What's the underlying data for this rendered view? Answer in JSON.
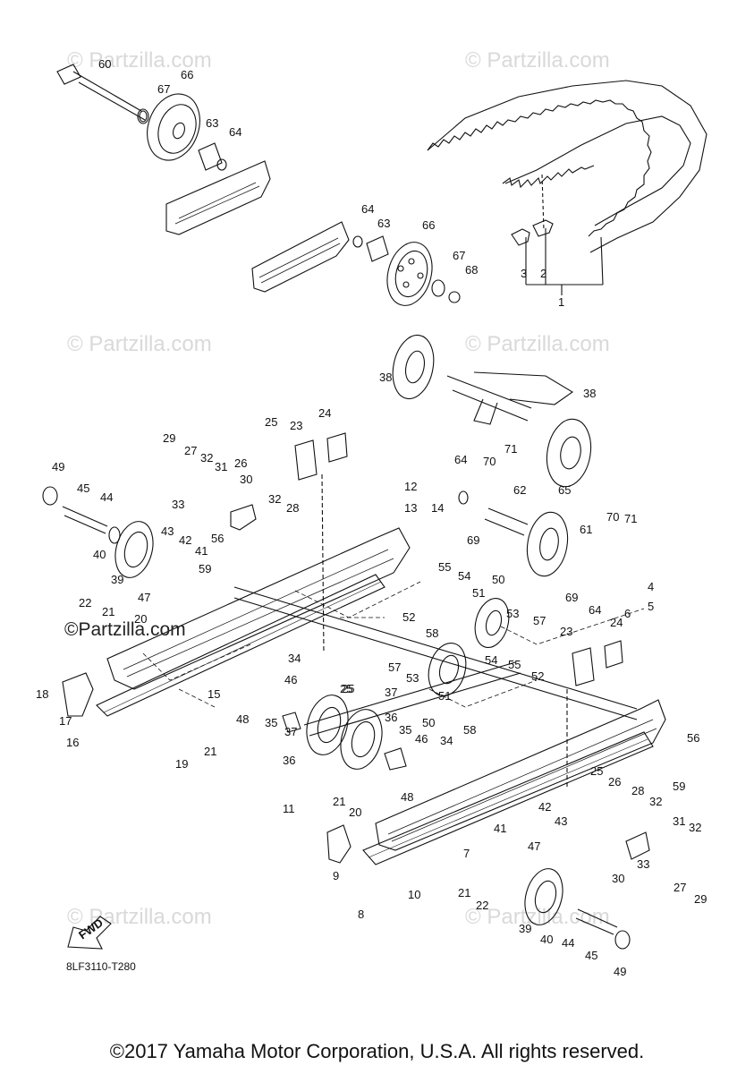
{
  "watermark": "© Partzilla.com",
  "logo": "©Partzilla.com",
  "fwd_label": "FWD",
  "diagram_code": "8LF3110-T280",
  "footer": "©2017 Yamaha Motor Corporation, U.S.A. All rights reserved.",
  "callouts": [
    "60",
    "67",
    "66",
    "63",
    "64",
    "64",
    "63",
    "66",
    "67",
    "68",
    "3",
    "2",
    "1",
    "38",
    "38",
    "25",
    "23",
    "24",
    "29",
    "27",
    "32",
    "31",
    "26",
    "30",
    "32",
    "28",
    "33",
    "49",
    "45",
    "44",
    "43",
    "42",
    "41",
    "40",
    "39",
    "47",
    "56",
    "59",
    "12",
    "13",
    "14",
    "64",
    "70",
    "71",
    "62",
    "65",
    "69",
    "61",
    "70",
    "71",
    "69",
    "64",
    "4",
    "6",
    "5",
    "55",
    "54",
    "50",
    "51",
    "52",
    "53",
    "57",
    "58",
    "25",
    "24",
    "23",
    "22",
    "21",
    "20",
    "34",
    "25",
    "18",
    "17",
    "46",
    "48",
    "35",
    "37",
    "36",
    "37",
    "36",
    "15",
    "16",
    "19",
    "21",
    "57",
    "53",
    "50",
    "51",
    "58",
    "54",
    "55",
    "52",
    "35",
    "46",
    "34",
    "56",
    "59",
    "25",
    "26",
    "28",
    "32",
    "31",
    "32",
    "30",
    "33",
    "27",
    "29",
    "11",
    "21",
    "20",
    "48",
    "42",
    "43",
    "41",
    "47",
    "7",
    "9",
    "10",
    "8",
    "21",
    "22",
    "39",
    "40",
    "44",
    "45",
    "49"
  ]
}
